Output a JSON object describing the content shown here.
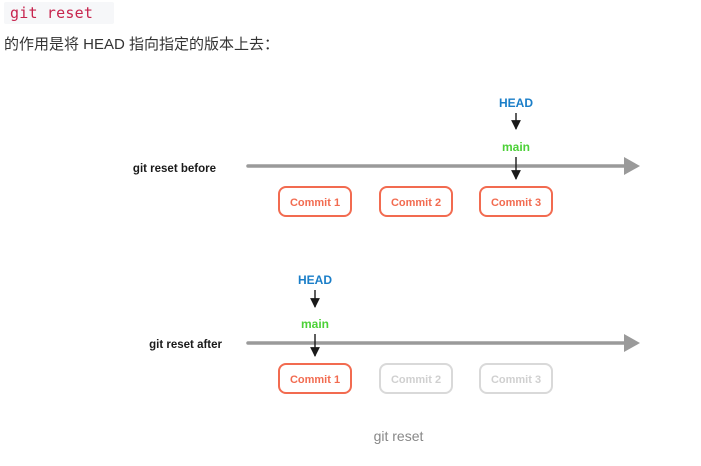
{
  "code_label": "git reset",
  "intro_text": "的作用是将 HEAD 指向指定的版本上去：",
  "caption": "git reset",
  "colors": {
    "head": "#1a7ec8",
    "main": "#4cd137",
    "commit_active": "#f26b50",
    "commit_inactive": "#d9d9d9",
    "timeline": "#9a9a9a"
  },
  "before": {
    "label": "git reset before",
    "head_label": "HEAD",
    "branch_label": "main",
    "commits": [
      "Commit 1",
      "Commit 2",
      "Commit 3"
    ]
  },
  "after": {
    "label": "git reset after",
    "head_label": "HEAD",
    "branch_label": "main",
    "commits": [
      "Commit 1",
      "Commit 2",
      "Commit 3"
    ]
  }
}
